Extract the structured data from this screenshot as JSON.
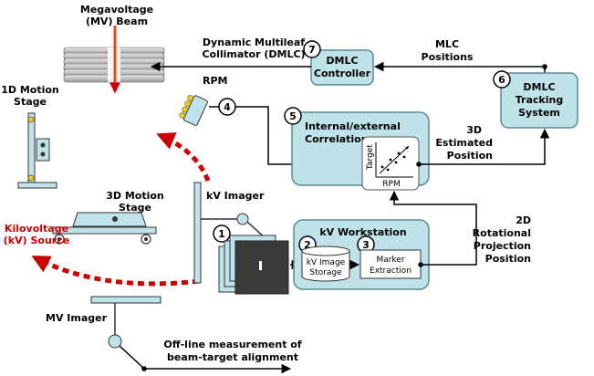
{
  "labels": {
    "mv_beam_line1": "Megavoltage",
    "mv_beam_line2": "(MV) Beam",
    "dmlc_title_line1": "Dynamic Multileaf",
    "dmlc_title_line2": "Collimator (DMLC)",
    "stage_1d_line1": "1D Motion",
    "stage_1d_line2": "Stage",
    "rpm": "RPM",
    "kv_imager": "kV Imager",
    "stage_3d_line1": "3D Motion",
    "stage_3d_line2": "Stage",
    "kv_source_line1": "Kilovoltage",
    "kv_source_line2": "(kV) Source",
    "mv_imager": "MV Imager",
    "offline_line1": "Off-line measurement of",
    "offline_line2": "beam-target alignment",
    "mlc_positions_line1": "MLC",
    "mlc_positions_line2": "Positions",
    "estimated_line1": "3D",
    "estimated_line2": "Estimated",
    "estimated_line3": "Position",
    "projection_line1": "2D",
    "projection_line2": "Rotational",
    "projection_line3": "Projection",
    "projection_line4": "Position"
  },
  "boxes": {
    "dmlc_controller_line1": "DMLC",
    "dmlc_controller_line2": "Controller",
    "dmlc_tracking_line1": "DMLC",
    "dmlc_tracking_line2": "Tracking",
    "dmlc_tracking_line3": "System",
    "correlation_line1": "Internal/external",
    "correlation_line2": "Correlation",
    "plot_ylabel": "Target",
    "plot_xlabel": "RPM",
    "kv_workstation": "kV Workstation",
    "kv_storage_line1": "kV Image",
    "kv_storage_line2": "Storage",
    "marker_line1": "Marker",
    "marker_line2": "Extraction"
  },
  "steps": [
    "1",
    "2",
    "3",
    "4",
    "5",
    "6",
    "7"
  ],
  "colors": {
    "box_fill": "#bfe3e8",
    "box_stroke": "#5a8a92",
    "arc_red": "#cc0000",
    "beam_orange": "#e84a1a"
  }
}
